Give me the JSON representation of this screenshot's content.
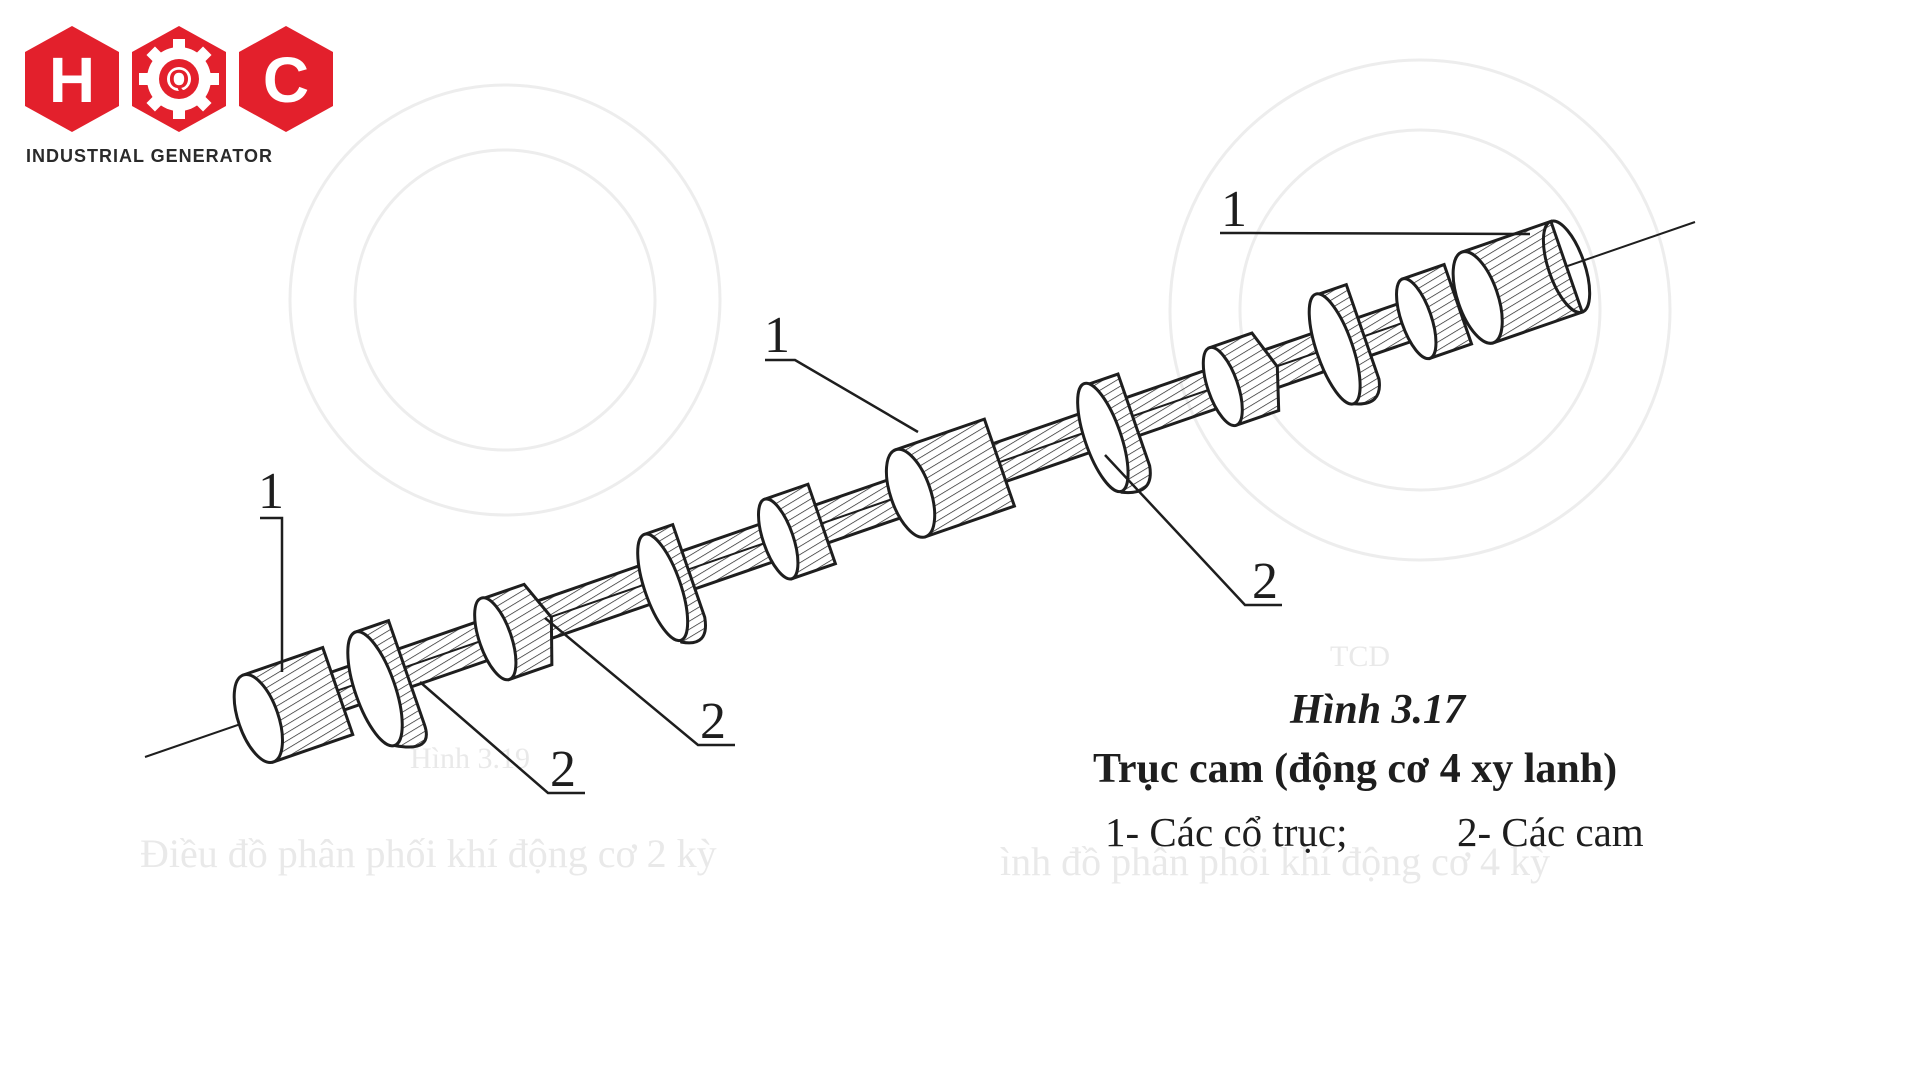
{
  "logo": {
    "letters": [
      "H",
      "Q",
      "C"
    ],
    "tagline": "INDUSTRIAL GENERATOR",
    "colors": {
      "hexagon": "#e3202c",
      "letter": "#ffffff",
      "text": "#2a2a2a"
    },
    "icon": "gear-icon"
  },
  "figure": {
    "labels": {
      "journal_left": "1",
      "journal_middle": "1",
      "journal_right": "1",
      "cam_left": "2",
      "cam_middle": "2",
      "cam_right": "2"
    }
  },
  "caption": {
    "title": "Hình 3.17",
    "subtitle": "Trục cam (động cơ 4 xy lanh)",
    "legend_1": "1- Các cổ trục;",
    "legend_2": "2- Các cam"
  },
  "ghost_text": {
    "left": "Điều đồ phân phối khí động cơ 2 kỳ",
    "right": "ình đồ phân phối khí động cơ 4 kỳ",
    "small_1": "TCD",
    "small_2": "Hình 3.19"
  },
  "colors": {
    "ink": "#1e1e1e",
    "ghost": "#e9e9e9"
  }
}
